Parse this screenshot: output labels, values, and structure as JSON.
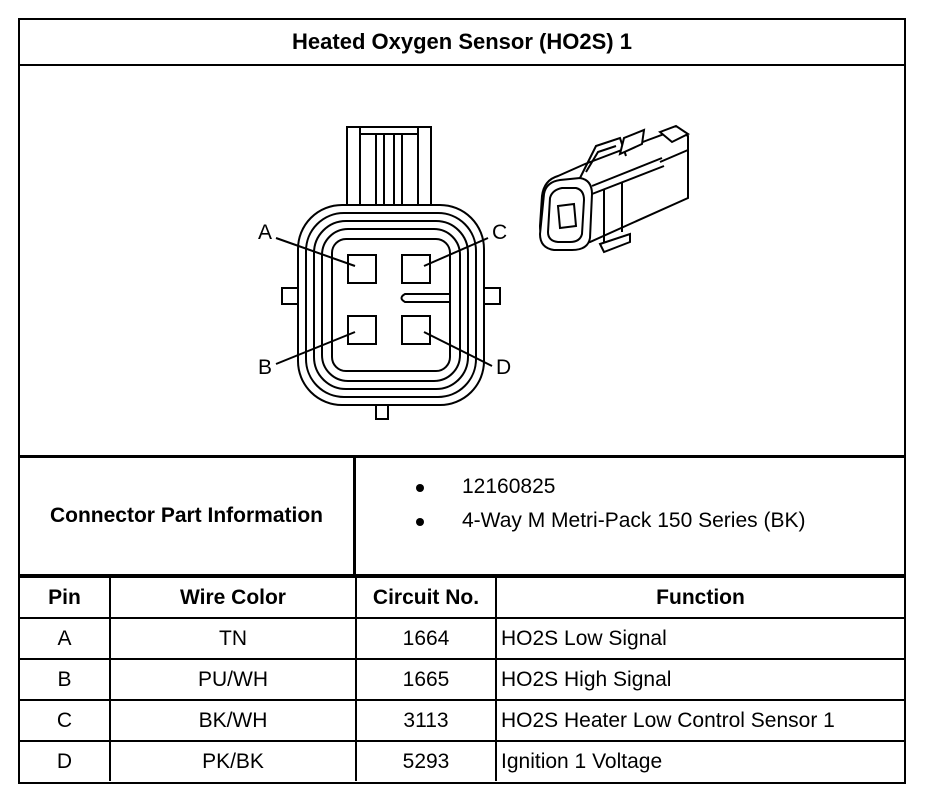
{
  "title": "Heated Oxygen Sensor (HO2S) 1",
  "connector_pins": {
    "a": "A",
    "b": "B",
    "c": "C",
    "d": "D"
  },
  "info": {
    "label": "Connector Part Information",
    "items": [
      "12160825",
      "4-Way M Metri-Pack 150 Series (BK)"
    ]
  },
  "table": {
    "headers": [
      "Pin",
      "Wire Color",
      "Circuit No.",
      "Function"
    ],
    "rows": [
      [
        "A",
        "TN",
        "1664",
        "HO2S Low Signal"
      ],
      [
        "B",
        "PU/WH",
        "1665",
        "HO2S High Signal"
      ],
      [
        "C",
        "BK/WH",
        "3113",
        "HO2S Heater Low Control Sensor 1"
      ],
      [
        "D",
        "PK/BK",
        "5293",
        "Ignition 1 Voltage"
      ]
    ]
  }
}
